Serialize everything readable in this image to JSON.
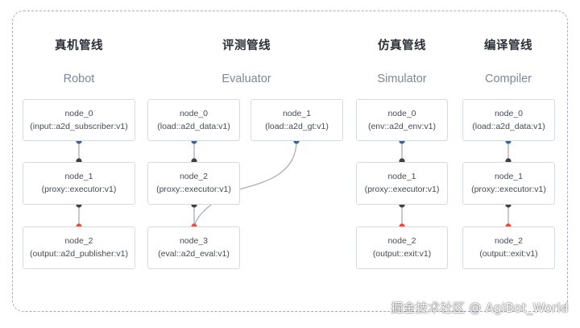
{
  "pipelines": [
    {
      "title": "真机管线",
      "subtitle": "Robot",
      "nodes": [
        {
          "name": "node_0",
          "type": "(input::a2d_subscriber:v1)"
        },
        {
          "name": "node_1",
          "type": "(proxy::executor:v1)"
        },
        {
          "name": "node_2",
          "type": "(output::a2d_publisher:v1)"
        }
      ]
    },
    {
      "title": "评测管线",
      "subtitle": "Evaluator",
      "nodes": [
        {
          "name": "node_0",
          "type": "(load::a2d_data:v1)"
        },
        {
          "name": "node_1",
          "type": "(load::a2d_gt:v1)"
        },
        {
          "name": "node_2",
          "type": "(proxy::executor:v1)"
        },
        {
          "name": "node_3",
          "type": "(eval::a2d_eval:v1)"
        }
      ]
    },
    {
      "title": "仿真管线",
      "subtitle": "Simulator",
      "nodes": [
        {
          "name": "node_0",
          "type": "(env::a2d_env:v1)"
        },
        {
          "name": "node_1",
          "type": "(proxy::executor:v1)"
        },
        {
          "name": "node_2",
          "type": "(output::exit:v1)"
        }
      ]
    },
    {
      "title": "编译管线",
      "subtitle": "Compiler",
      "nodes": [
        {
          "name": "node_0",
          "type": "(load::a2d_data:v1)"
        },
        {
          "name": "node_1",
          "type": "(proxy::executor:v1)"
        },
        {
          "name": "node_2",
          "type": "(output::exit:v1)"
        }
      ]
    }
  ],
  "colors": {
    "output_port": "#2f64b4",
    "middle_port": "#3d4048",
    "input_port": "#df4f43",
    "link": "#a9aeb8"
  },
  "watermark": "掘金技术社区 @ AgiBot_World"
}
